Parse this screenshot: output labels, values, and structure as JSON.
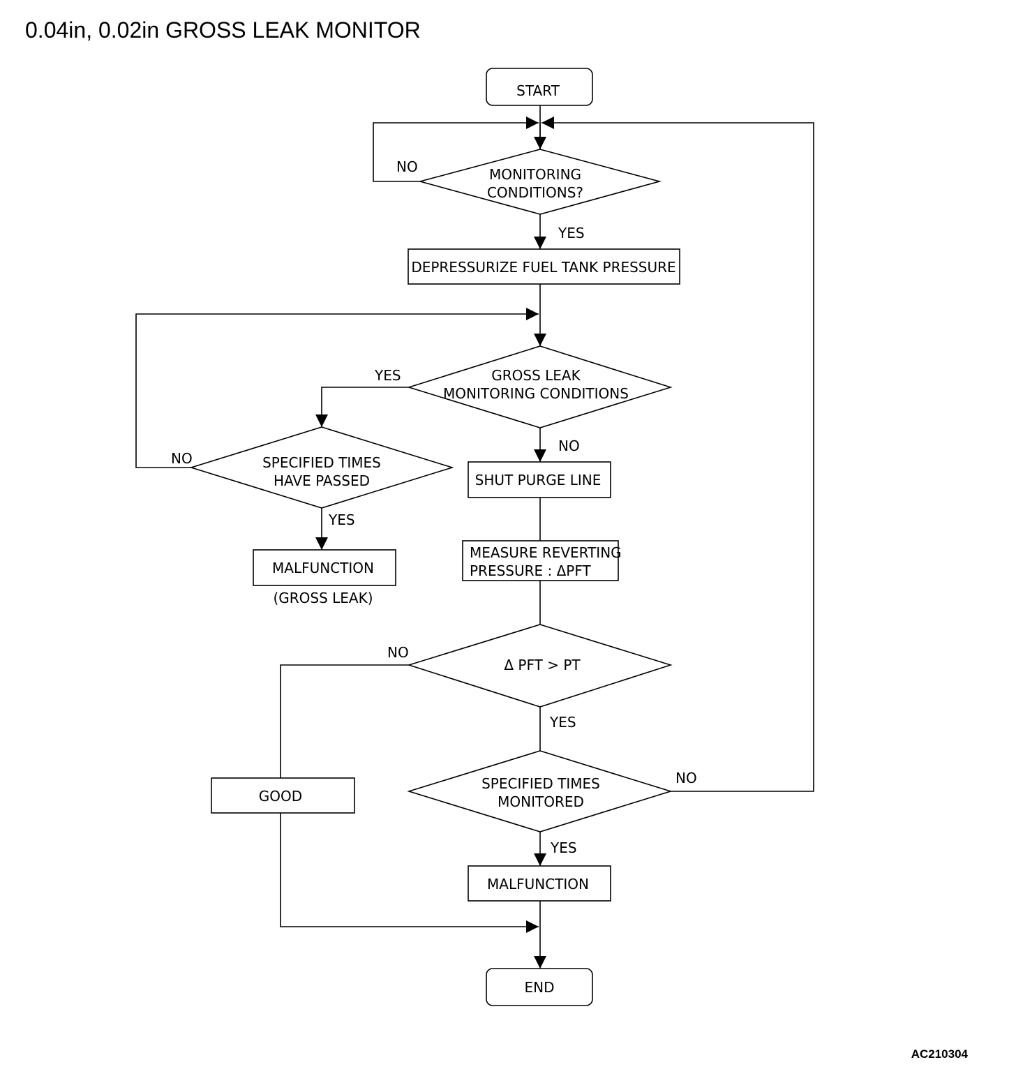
{
  "title": "0.04in, 0.02in GROSS LEAK MONITOR",
  "figure_code": "AC210304",
  "nodes": {
    "start": "START",
    "monitoring_conditions": [
      "MONITORING",
      "CONDITIONS?"
    ],
    "depressurize": "DEPRESSURIZE FUEL TANK PRESSURE",
    "gross_leak_conditions": [
      "GROSS LEAK",
      "MONITORING CONDITIONS"
    ],
    "specified_times_passed": [
      "SPECIFIED TIMES",
      "HAVE PASSED"
    ],
    "malfunction_gross": "MALFUNCTION",
    "gross_leak_note": "(GROSS LEAK)",
    "shut_purge": "SHUT PURGE LINE",
    "measure_reverting": [
      "MEASURE REVERTING",
      "PRESSURE : ΔPFT"
    ],
    "delta_pft": "Δ PFT > PT",
    "specified_times_monitored": [
      "SPECIFIED TIMES",
      "MONITORED"
    ],
    "good": "GOOD",
    "malfunction": "MALFUNCTION",
    "end": "END"
  },
  "edge_labels": {
    "monitoring_no": "NO",
    "monitoring_yes": "YES",
    "gross_yes": "YES",
    "gross_no": "NO",
    "passed_no": "NO",
    "passed_yes": "YES",
    "delta_no": "NO",
    "delta_yes": "YES",
    "monitored_no": "NO",
    "monitored_yes": "YES"
  }
}
